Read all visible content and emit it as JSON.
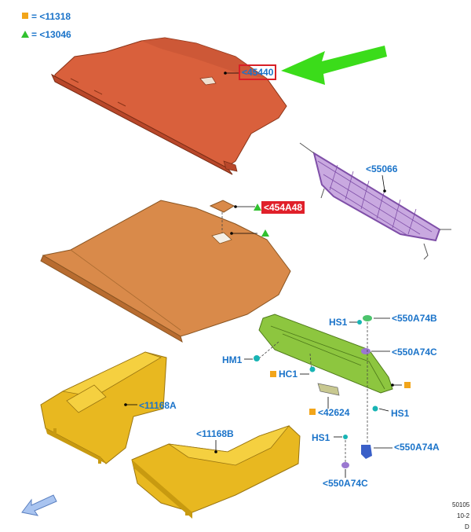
{
  "legend": {
    "square_ref": "= <11318",
    "triangle_ref": "= <13046"
  },
  "labels": {
    "cover_shelf": "<45440",
    "cargo_net": "<55066",
    "floor_clip": "<454A48",
    "side_tray": "<11168A",
    "rear_tray": "<11168B",
    "bracket_top": "<550A74B",
    "bracket_mid": "<550A74C",
    "bracket_bottom": "<550A74A",
    "bracket_lower": "<550A74C",
    "hs1_top": "HS1",
    "hs1_right": "HS1",
    "hs1_lower": "HS1",
    "hm1": "HM1",
    "hc1": "HC1",
    "plate": "<42624"
  },
  "footer": {
    "line1": "50105",
    "line2": "10-2",
    "line3": "D"
  },
  "colors": {
    "cover": "#d9603c",
    "floor": "#d98a4a",
    "trays": "#e8b820",
    "crossmember": "#8dc63f",
    "net": "#a676c9",
    "label_blue": "#1a73c9",
    "arrow_green": "#3bdc1a",
    "highlight_red": "#e0202a"
  },
  "icons": {
    "direction_arrow": "front-direction-arrow-icon",
    "pointer_arrow": "green-pointer-arrow-icon"
  }
}
